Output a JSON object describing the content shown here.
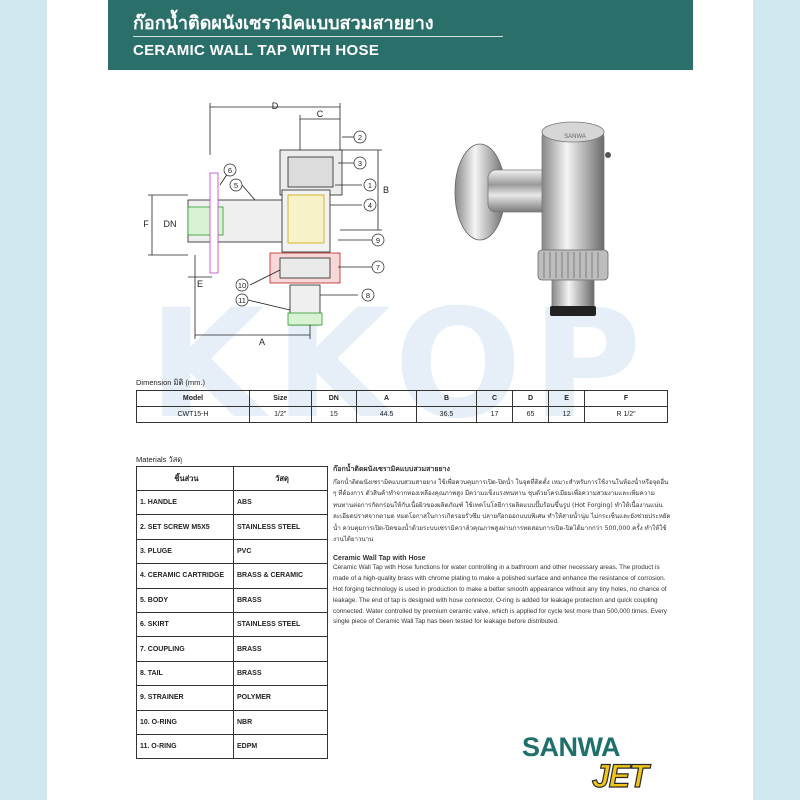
{
  "header": {
    "title_th": "ก๊อกน้ำติดผนังเซรามิคแบบสวมสายยาง",
    "title_en": "CERAMIC WALL TAP WITH HOSE"
  },
  "watermark": "KKOP",
  "diagram": {
    "dims": [
      "D",
      "C",
      "B",
      "F",
      "DN",
      "E",
      "A"
    ],
    "callouts": [
      "1",
      "2",
      "3",
      "4",
      "5",
      "6",
      "7",
      "8",
      "9",
      "10",
      "11"
    ]
  },
  "dimension": {
    "label": "Dimension มิติ (mm.)",
    "headers": [
      "Model",
      "Size",
      "DN",
      "A",
      "B",
      "C",
      "D",
      "E",
      "F"
    ],
    "row": [
      "CWT15-H",
      "1/2\"",
      "15",
      "44.5",
      "36.5",
      "17",
      "65",
      "12",
      "R 1/2\""
    ]
  },
  "materials": {
    "label": "Materials วัสดุ",
    "headers": [
      "ชิ้นส่วน",
      "วัสดุ"
    ],
    "rows": [
      [
        "1. HANDLE",
        "ABS"
      ],
      [
        "2. SET SCREW M5X5",
        "STAINLESS STEEL"
      ],
      [
        "3. PLUGE",
        "PVC"
      ],
      [
        "4. CERAMIC CARTRIDGE",
        "BRASS & CERAMIC"
      ],
      [
        "5. BODY",
        "BRASS"
      ],
      [
        "6. SKIRT",
        "STAINLESS STEEL"
      ],
      [
        "7. COUPLING",
        "BRASS"
      ],
      [
        "8. TAIL",
        "BRASS"
      ],
      [
        "9. STRAINER",
        "POLYMER"
      ],
      [
        "10. O-RING",
        "NBR"
      ],
      [
        "11. O-RING",
        "EDPM"
      ]
    ]
  },
  "description": {
    "th_title": "ก๊อกน้ำติดผนังเซรามิคแบบสวมสายยาง",
    "th_body": "ก๊อกน้ำติดผนังเซรามิคแบบสวมสายยาง ใช้เพื่อควบคุมการเปิด-ปิดน้ำ ในจุดที่ติดตั้ง เหมาะสำหรับการใช้งานในห้องน้ำหรือจุดอื่น ๆ ที่ต้องการ ตัวสินค้าทำจากทองเหลืองคุณภาพสูง มีความแข็งแรงทนทาน ชุบด้วยโครเมียมเพื่อความสวยงามและเพิ่มความทนทานต่อการกัดกร่อนให้กับเนื้อผิวของผลิตภัณฑ์ ใช้เทคโนโลยีการผลิตแบบปั๊มร้อนขึ้นรูป (Hot Forging) ทำให้เนื้องานแน่นละเอียดปราศจากตามด หมดโอกาสในการเกิดรอยรั่วซึม ปลายก๊อกออกแบบพิเศษ ทำให้สายน้ำนุ่ม ไม่กระเซ็นและยังช่วยประหยัดน้ำ ควบคุมการเปิด-ปิดของน้ำด้วยระบบเซรามิควาล์วคุณภาพสูงผ่านการทดสอบการเปิด-ปิดได้มากกว่า 500,000 ครั้ง ทำให้ใช้งานได้ยาวนาน",
    "en_title": "Ceramic Wall Tap with Hose",
    "en_body": "Ceramic Wall Tap with Hose functions for water controlling in a bathroom and other necessary areas. The product is made of a high-quality brass with chrome plating to make a polished surface and enhance the resistance of corrosion. Hot forging technology is used in production to make a better smooth appearance without any tiny holes, no chance of leakage. The end of tap is designed with hose connector, O-ring is added for leakage protection and quick coupling connected. Water controlled by premium ceramic valve, which is applied for cycle test more than 500,000 times. Every single piece of Ceramic Wall Tap has been tested for leakage before distributed."
  },
  "logo": {
    "top": "SANWA",
    "bottom": "JET"
  },
  "photo": {
    "cap_text": "SANWA"
  },
  "colors": {
    "header": "#2a6f6a",
    "background": "#cfe7ef",
    "logo_green": "#1f6f6c",
    "logo_yellow": "#f0c419"
  }
}
